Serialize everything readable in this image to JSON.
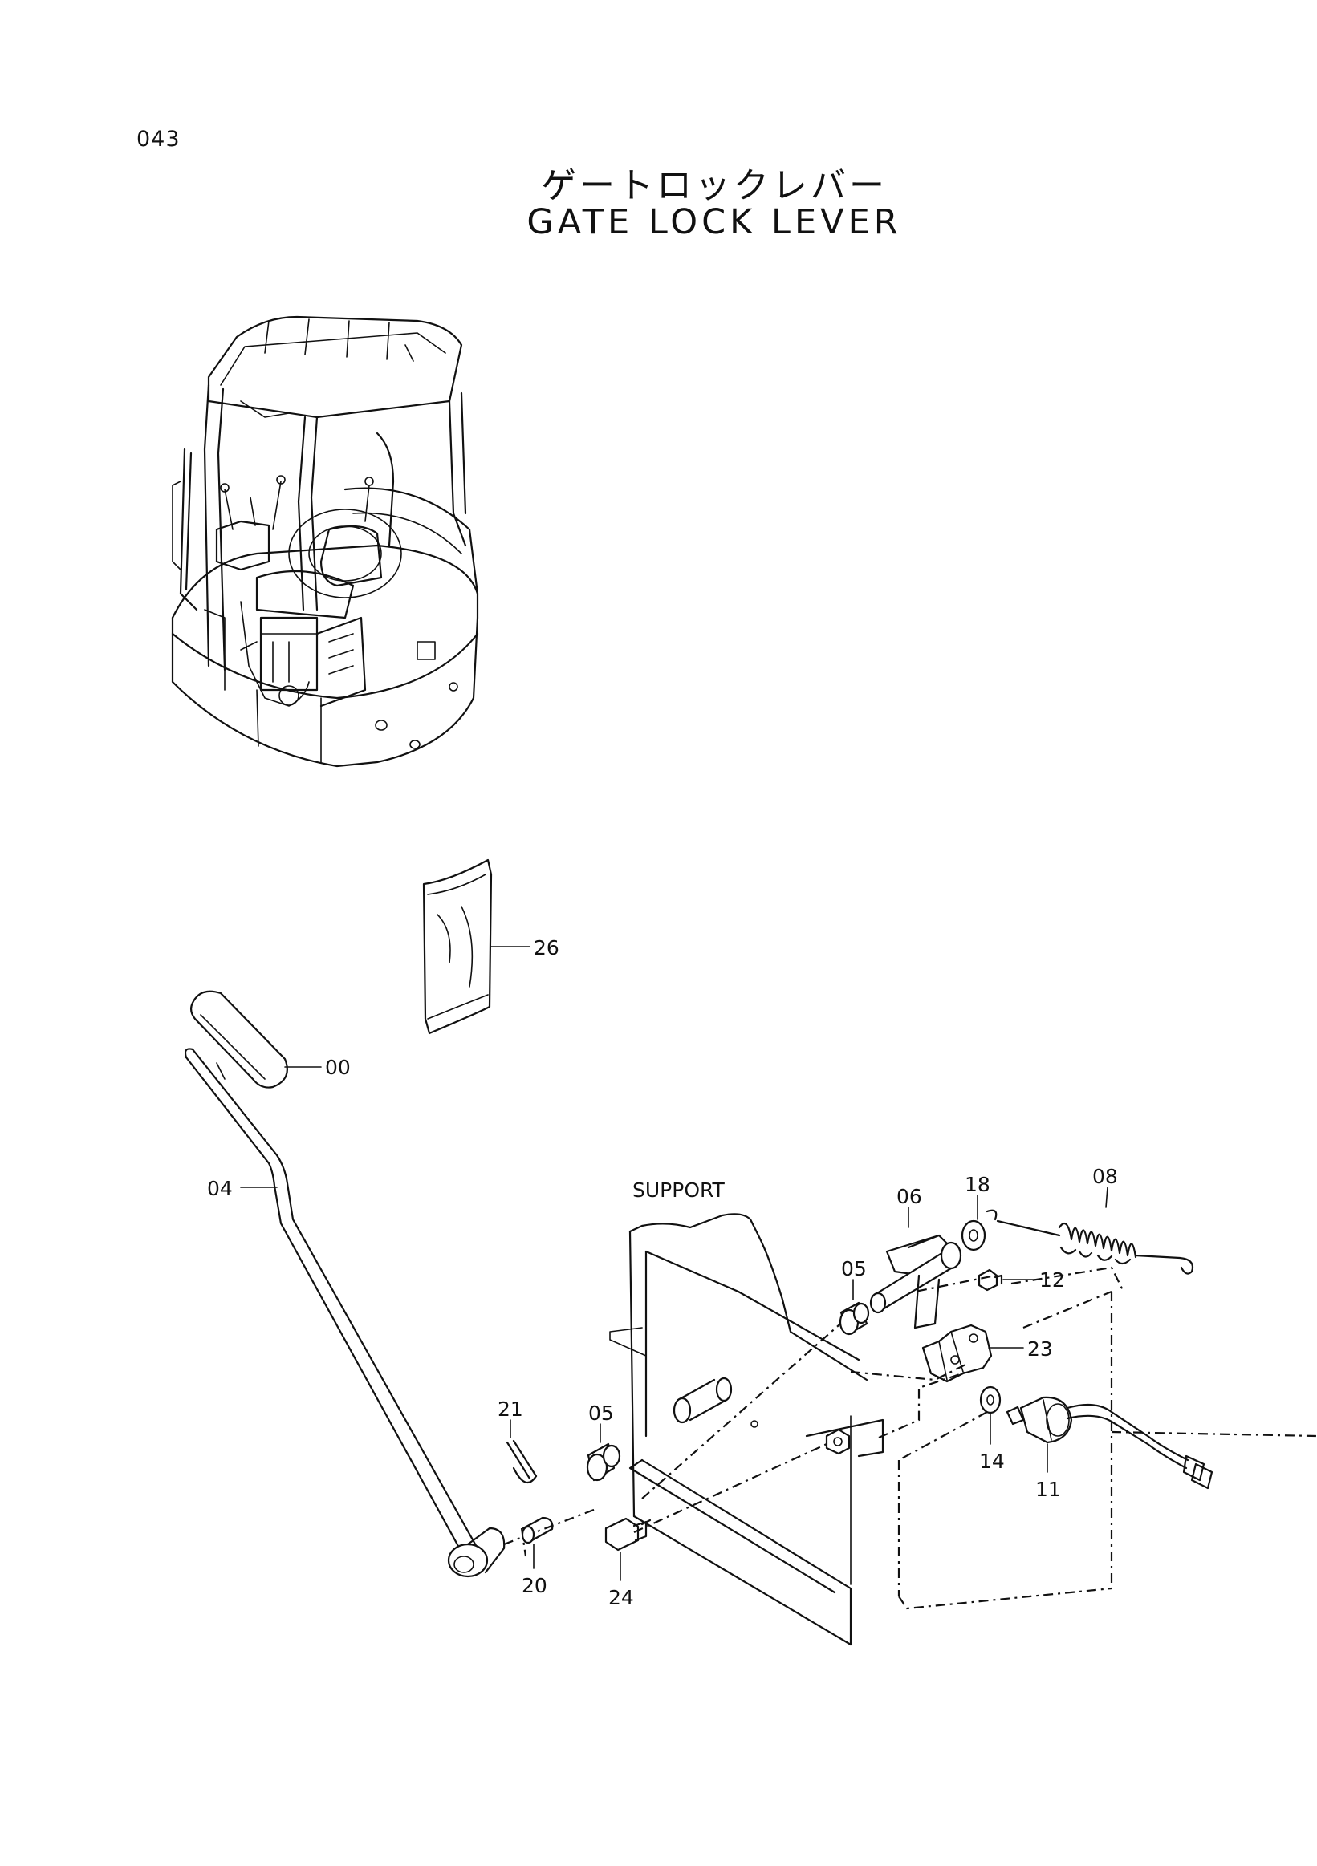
{
  "page": {
    "number": "043"
  },
  "title": {
    "japanese": "ゲートロックレバー",
    "english": "GATE LOCK LEVER"
  },
  "annotations": {
    "support": "SUPPORT"
  },
  "callouts": [
    {
      "id": "c26",
      "label": "26"
    },
    {
      "id": "c00",
      "label": "00"
    },
    {
      "id": "c04",
      "label": "04"
    },
    {
      "id": "c08",
      "label": "08"
    },
    {
      "id": "c18",
      "label": "18"
    },
    {
      "id": "c06",
      "label": "06"
    },
    {
      "id": "c05a",
      "label": "05"
    },
    {
      "id": "c12",
      "label": "12"
    },
    {
      "id": "c23",
      "label": "23"
    },
    {
      "id": "c21",
      "label": "21"
    },
    {
      "id": "c05b",
      "label": "05"
    },
    {
      "id": "c14",
      "label": "14"
    },
    {
      "id": "c11",
      "label": "11"
    },
    {
      "id": "c20",
      "label": "20"
    },
    {
      "id": "c24",
      "label": "24"
    }
  ]
}
